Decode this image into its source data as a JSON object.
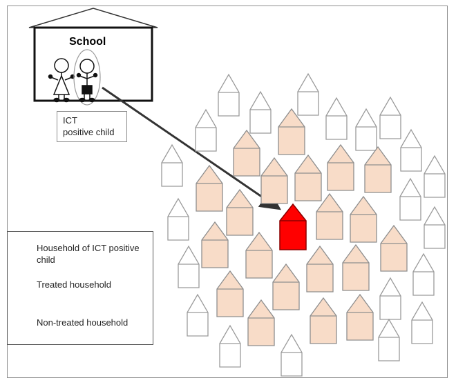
{
  "school": {
    "title": "School"
  },
  "ict_label": {
    "line1": "ICT",
    "line2": "positive child"
  },
  "legend": {
    "items": [
      {
        "line1": "Household of ICT positive",
        "line2": "child",
        "icon": "red-house-icon"
      },
      {
        "line1": "Treated household",
        "line2": "",
        "icon": "treated-house-icon"
      },
      {
        "line1": "Non-treated household",
        "line2": "",
        "icon": "non-treated-house-icon"
      }
    ]
  },
  "colors": {
    "index_fill": "#ff0000",
    "index_stroke": "#8b0000",
    "treated_fill": "#f8dcc8",
    "treated_stroke": "#8e8e8e",
    "legend_treated_fill": "#f4b183",
    "nontreated_fill": "#ffffff",
    "nontreated_stroke": "#9a9a9a",
    "arrow": "#333333"
  }
}
